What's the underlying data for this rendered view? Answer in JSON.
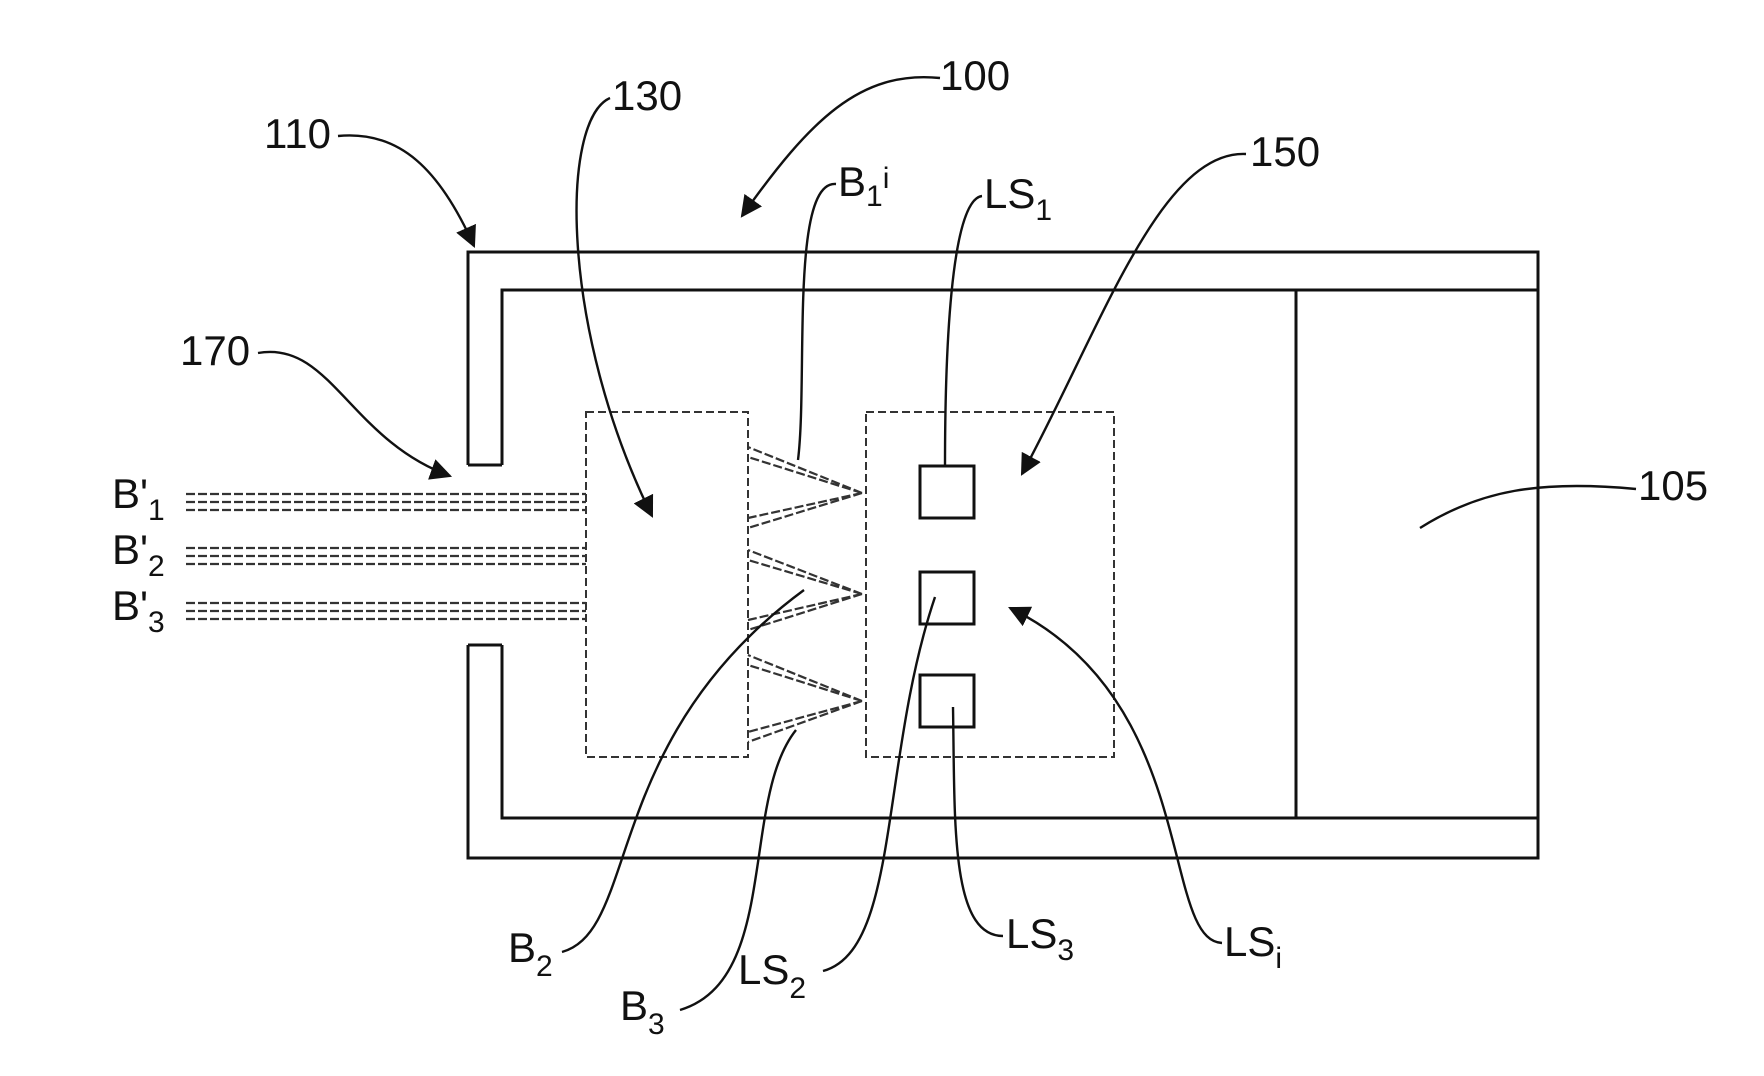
{
  "labels": {
    "device": "100",
    "housing": "110",
    "optics": "130",
    "source_array": "150",
    "output": "170",
    "module": "105",
    "beam_1": {
      "base": "B",
      "sub": "1",
      "suffix": "i"
    },
    "beam_2": {
      "base": "B",
      "sub": "2"
    },
    "beam_3": {
      "base": "B",
      "sub": "3"
    },
    "out_beam_1": {
      "base": "B'",
      "sub": "1"
    },
    "out_beam_2": {
      "base": "B'",
      "sub": "2"
    },
    "out_beam_3": {
      "base": "B'",
      "sub": "3"
    },
    "ls_1": {
      "base": "LS",
      "sub": "1"
    },
    "ls_2": {
      "base": "LS",
      "sub": "2"
    },
    "ls_3": {
      "base": "LS",
      "sub": "3"
    },
    "ls_i": {
      "base": "LS",
      "sub": "i"
    }
  }
}
